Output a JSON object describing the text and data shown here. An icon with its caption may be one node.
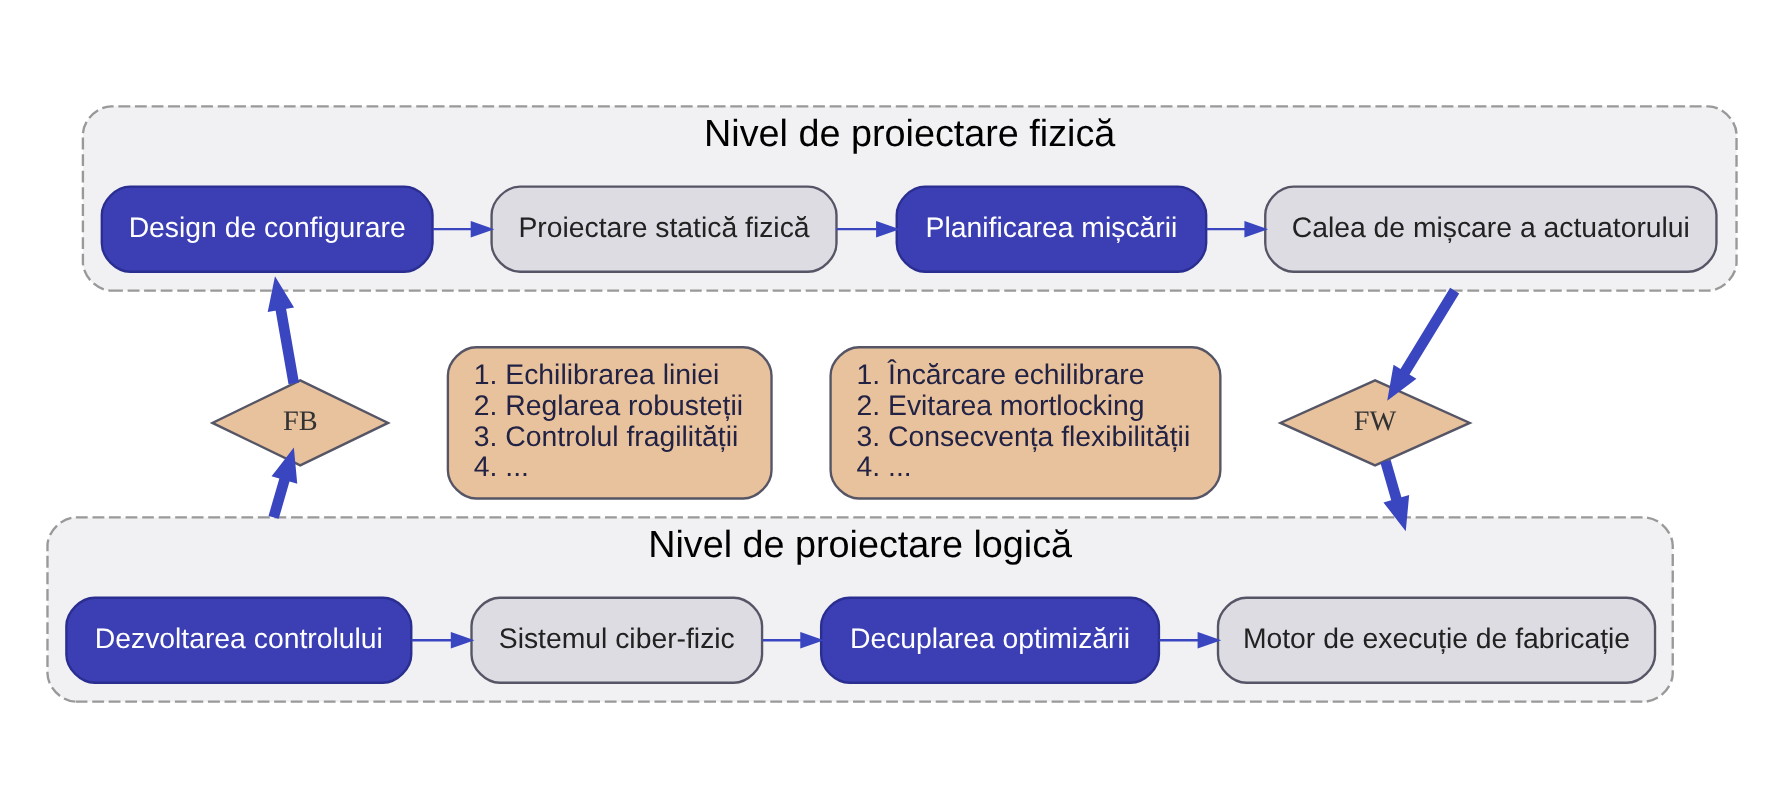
{
  "diagram": {
    "nodes": [
      {
        "text": [
          "Nivel de proiectare fizică"
        ]
      },
      {
        "text": [
          "Design de configurare"
        ],
        "in": 0
      },
      {
        "text": [
          "Proiectare statică fizică"
        ],
        "in": 0
      },
      {
        "text": [
          "Planificarea mișcării"
        ],
        "in": 0
      },
      {
        "text": [
          "Calea de mișcare a actuatorului"
        ],
        "in": 0
      },
      {
        "text": [
          "FB"
        ]
      },
      {
        "text": [
          "1. Echilibrarea liniei",
          "2. Reglarea robusteții",
          "3. Controlul fragilității",
          "4. ..."
        ]
      },
      {
        "text": [
          "1. Încărcare echilibrare",
          "2. Evitarea mortlocking",
          "3. Consecvența flexibilității",
          "4. ..."
        ]
      },
      {
        "text": [
          "FW"
        ]
      },
      {
        "text": [
          "Nivel de proiectare logică"
        ]
      },
      {
        "text": [
          "Dezvoltarea controlului"
        ],
        "in": 9
      },
      {
        "text": [
          "Sistemul ciber-fizic"
        ],
        "in": 9
      },
      {
        "text": [
          "Decuplarea optimizării"
        ],
        "in": 9
      },
      {
        "text": [
          "Motor de execuție de fabricație"
        ],
        "in": 9
      }
    ],
    "edges": [
      {
        "from": 1,
        "to": 2,
        "arrow": "to"
      },
      {
        "from": 2,
        "to": 3,
        "arrow": "to"
      },
      {
        "from": 3,
        "to": 4,
        "arrow": "to"
      },
      {
        "from": 0,
        "to": 8,
        "arrow": "to",
        "style": "thick"
      },
      {
        "from": 8,
        "to": 9,
        "arrow": "to",
        "style": "thick"
      },
      {
        "from": 10,
        "to": 11,
        "arrow": "to"
      },
      {
        "from": 11,
        "to": 12,
        "arrow": "to"
      },
      {
        "from": 12,
        "to": 13,
        "arrow": "to"
      },
      {
        "from": 9,
        "to": 5,
        "arrow": "to",
        "style": "thick"
      },
      {
        "from": 5,
        "to": 0,
        "arrow": "to",
        "style": "thick"
      }
    ]
  }
}
